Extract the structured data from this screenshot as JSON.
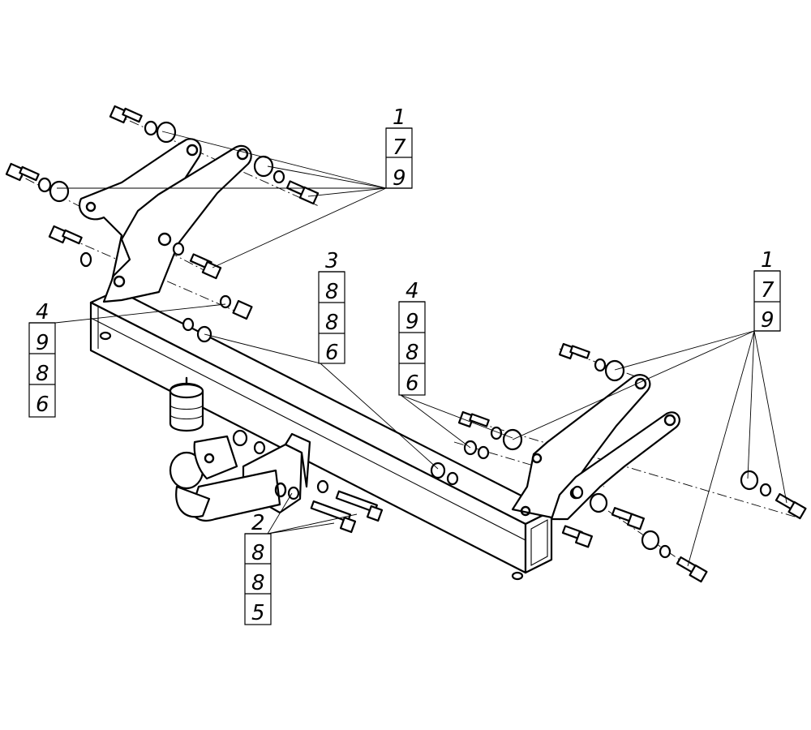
{
  "callouts": [
    {
      "id": "left-top",
      "rows": [
        "1",
        "7",
        "9"
      ]
    },
    {
      "id": "left-mid",
      "rows": [
        "4",
        "9",
        "8",
        "6"
      ]
    },
    {
      "id": "center",
      "rows": [
        "3",
        "8",
        "8",
        "6"
      ]
    },
    {
      "id": "center-right",
      "rows": [
        "4",
        "9",
        "8",
        "6"
      ]
    },
    {
      "id": "right-top",
      "rows": [
        "1",
        "7",
        "9"
      ]
    },
    {
      "id": "bottom",
      "rows": [
        "2",
        "8",
        "8",
        "5"
      ]
    }
  ]
}
